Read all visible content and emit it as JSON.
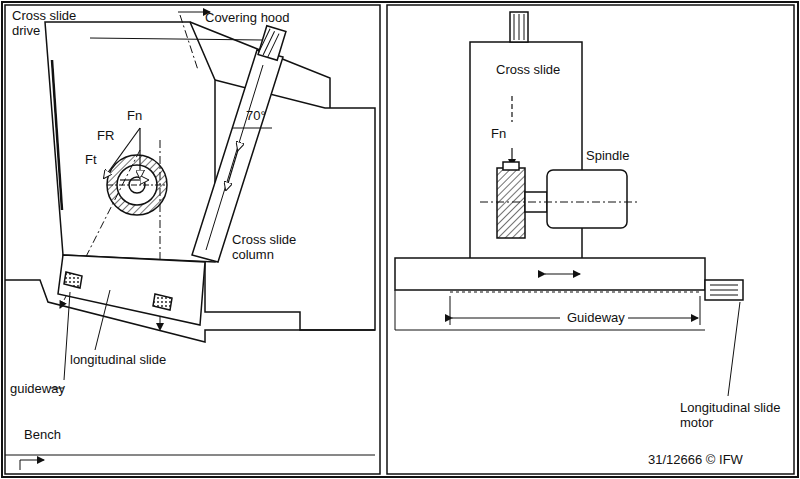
{
  "diagram": {
    "labels": [
      "Cross slide drive",
      "Covering hood",
      "Fn",
      "FR",
      "Ft",
      "70°",
      "Cross slide column",
      "longitudinal slide",
      "guideway",
      "Bench",
      "Cross slide",
      "Fn",
      "Spindle",
      "Guideway",
      "Longitudinal slide motor",
      "31/12666 © IFW"
    ]
  }
}
